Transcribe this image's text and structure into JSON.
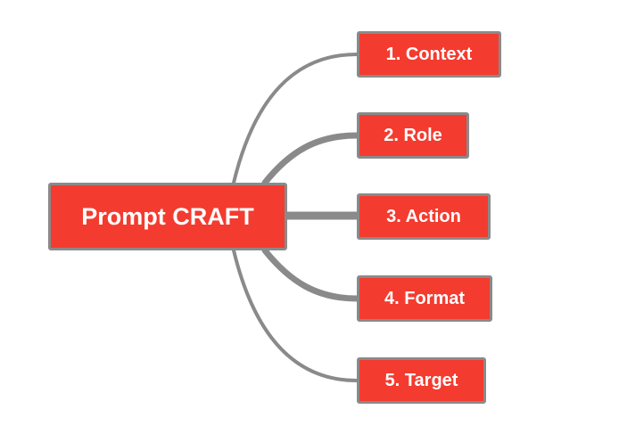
{
  "diagram": {
    "root": {
      "label": "Prompt CRAFT"
    },
    "children": [
      {
        "label": "1. Context"
      },
      {
        "label": "2. Role"
      },
      {
        "label": "3. Action"
      },
      {
        "label": "4. Format"
      },
      {
        "label": "5. Target"
      }
    ]
  },
  "colors": {
    "node_fill": "#f43b2f",
    "node_border": "#8a8a8a",
    "connector": "#8a8a8a",
    "text": "#ffffff"
  }
}
